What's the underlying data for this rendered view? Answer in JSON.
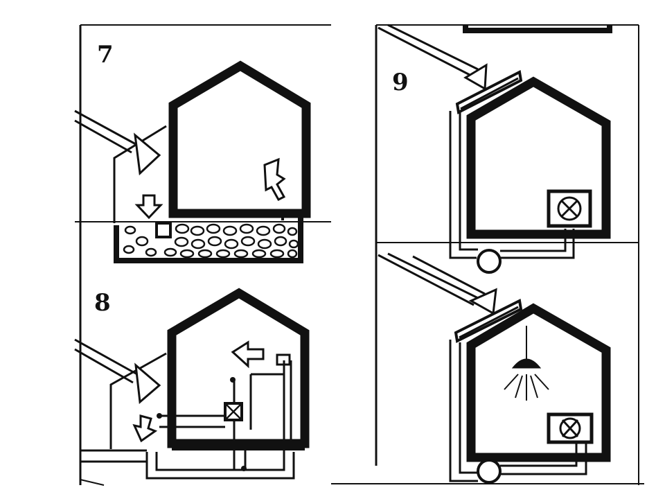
{
  "panels": [
    {
      "id": "panel-7",
      "number": "7"
    },
    {
      "id": "panel-8",
      "number": "8"
    },
    {
      "id": "panel-9",
      "number": "9"
    },
    {
      "id": "panel-10",
      "number": ""
    }
  ],
  "colors": {
    "ink": "#111111",
    "paper": "#ffffff",
    "stone": "#ffffff"
  }
}
